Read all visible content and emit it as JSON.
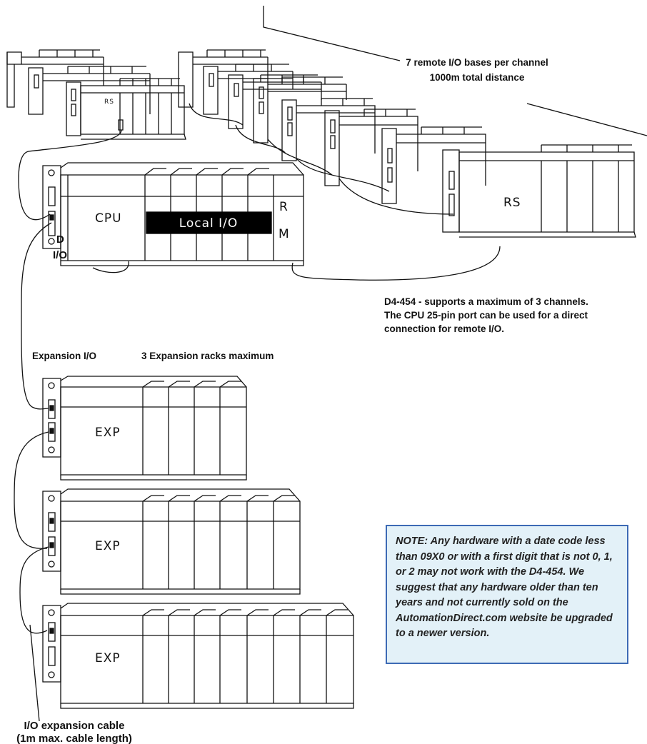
{
  "labels": {
    "remote_bases": "7 remote I/O bases per channel",
    "total_distance": "1000m total distance",
    "rs_small": "RS",
    "rs_large": "RS",
    "cpu": "CPU",
    "local_io": "Local I/O",
    "rm_r": "R",
    "rm_m": "M",
    "hidden_d": "D",
    "hidden_io": "I/O",
    "d4_line1": "D4-454 - supports a maximum of 3 channels.",
    "d4_line2": "The CPU 25-pin port can be used for a direct",
    "d4_line3": "connection for remote I/O.",
    "expansion_io": "Expansion I/O",
    "expansion_max": "3  Expansion racks maximum",
    "exp1": "EXP",
    "exp2": "EXP",
    "exp3": "EXP",
    "cable_line1": "I/O expansion cable",
    "cable_line2": "(1m max. cable length)"
  },
  "note": {
    "text": "NOTE: Any hardware with a date code less than 09X0 or with a first digit that is not 0, 1, or 2 may not work with the D4-454. We suggest that any hardware older than ten years and not currently sold on the AutomationDirect.com website be upgraded to a newer version."
  }
}
